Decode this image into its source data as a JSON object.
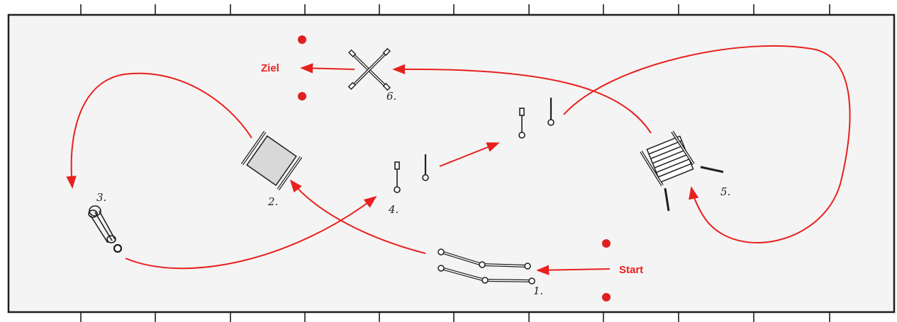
{
  "labels": {
    "start": "Start",
    "ziel": "Ziel",
    "obstacles": [
      "1.",
      "2.",
      "3.",
      "4.",
      "5.",
      "6."
    ]
  },
  "colors": {
    "path": "#e8201e",
    "marker": "#e02020",
    "ink": "#1e1e1e",
    "arena_fill": "#f4f4f4"
  }
}
